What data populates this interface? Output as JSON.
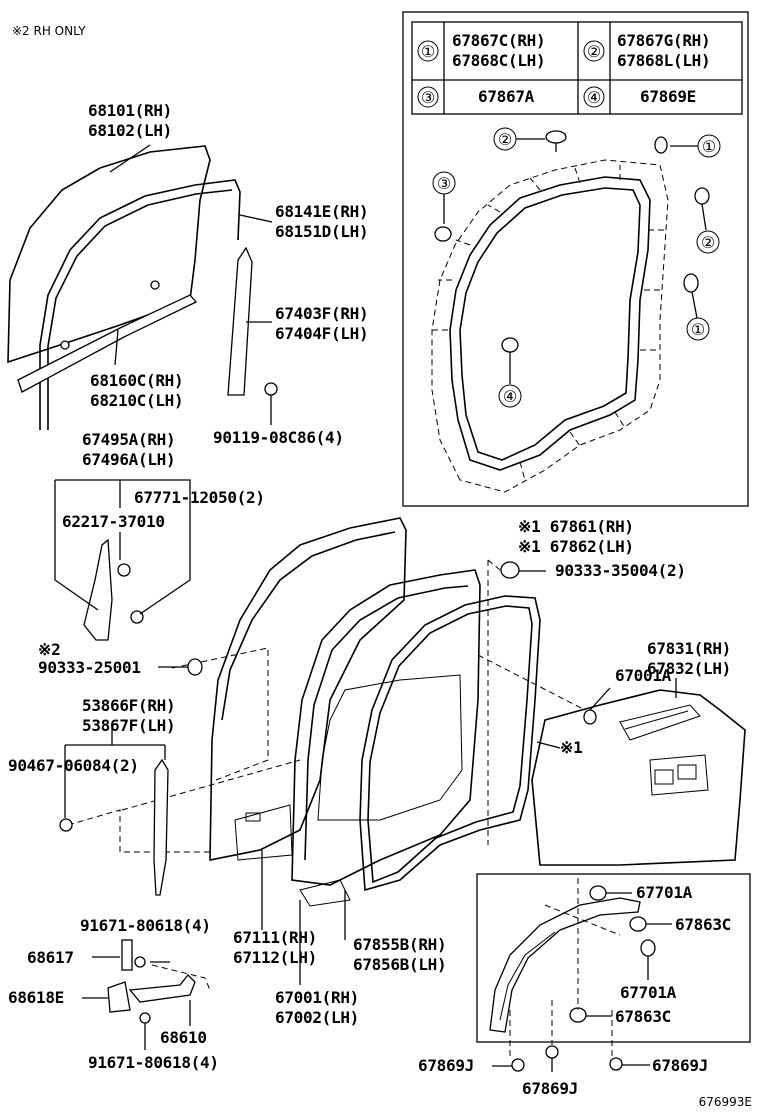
{
  "note_rh_only": "※2 RH ONLY",
  "catalog_code": "676993E",
  "legend": {
    "cells": [
      {
        "key": "①",
        "line1": "67867C(RH)",
        "line2": "67868C(LH)"
      },
      {
        "key": "②",
        "line1": "67867G(RH)",
        "line2": "67868L(LH)"
      },
      {
        "key": "③",
        "line1": "67867A",
        "line2": ""
      },
      {
        "key": "④",
        "line1": "67869E",
        "line2": ""
      }
    ]
  },
  "inset_callouts": [
    "②",
    "①",
    "③",
    "②",
    "①",
    "④"
  ],
  "labels": {
    "p68101": "68101(RH)",
    "p68102": "68102(LH)",
    "p68141e": "68141E(RH)",
    "p68151d": "68151D(LH)",
    "p67403f": "67403F(RH)",
    "p67404f": "67404F(LH)",
    "p68160c": "68160C(RH)",
    "p68210c": "68210C(LH)",
    "p90119": "90119-08C86(4)",
    "p67495a": "67495A(RH)",
    "p67496a": "67496A(LH)",
    "p67771": "67771-12050(2)",
    "p62217": "62217-37010",
    "p67861": "※1 67861(RH)",
    "p67862": "※1 67862(LH)",
    "p90333_35004": "90333-35004(2)",
    "p90333_25001_note": "※2",
    "p90333_25001": "90333-25001",
    "p67831": "67831(RH)",
    "p67832": "67832(LH)",
    "p67001a": "67001A",
    "p53866f": "53866F(RH)",
    "p53867f": "53867F(LH)",
    "p90467": "90467-06084(2)",
    "p_star1": "※1",
    "p67701a_1": "67701A",
    "p67863c_1": "67863C",
    "p67701a_2": "67701A",
    "p67863c_2": "67863C",
    "p91671_a": "91671-80618(4)",
    "p67111": "67111(RH)",
    "p67112": "67112(LH)",
    "p67855b": "67855B(RH)",
    "p67856b": "67856B(LH)",
    "p68617": "68617",
    "p68618e": "68618E",
    "p67001": "67001(RH)",
    "p67002": "67002(LH)",
    "p68610": "68610",
    "p91671_b": "91671-80618(4)",
    "p67869j_1": "67869J",
    "p67869j_2": "67869J",
    "p67869j_3": "67869J"
  }
}
